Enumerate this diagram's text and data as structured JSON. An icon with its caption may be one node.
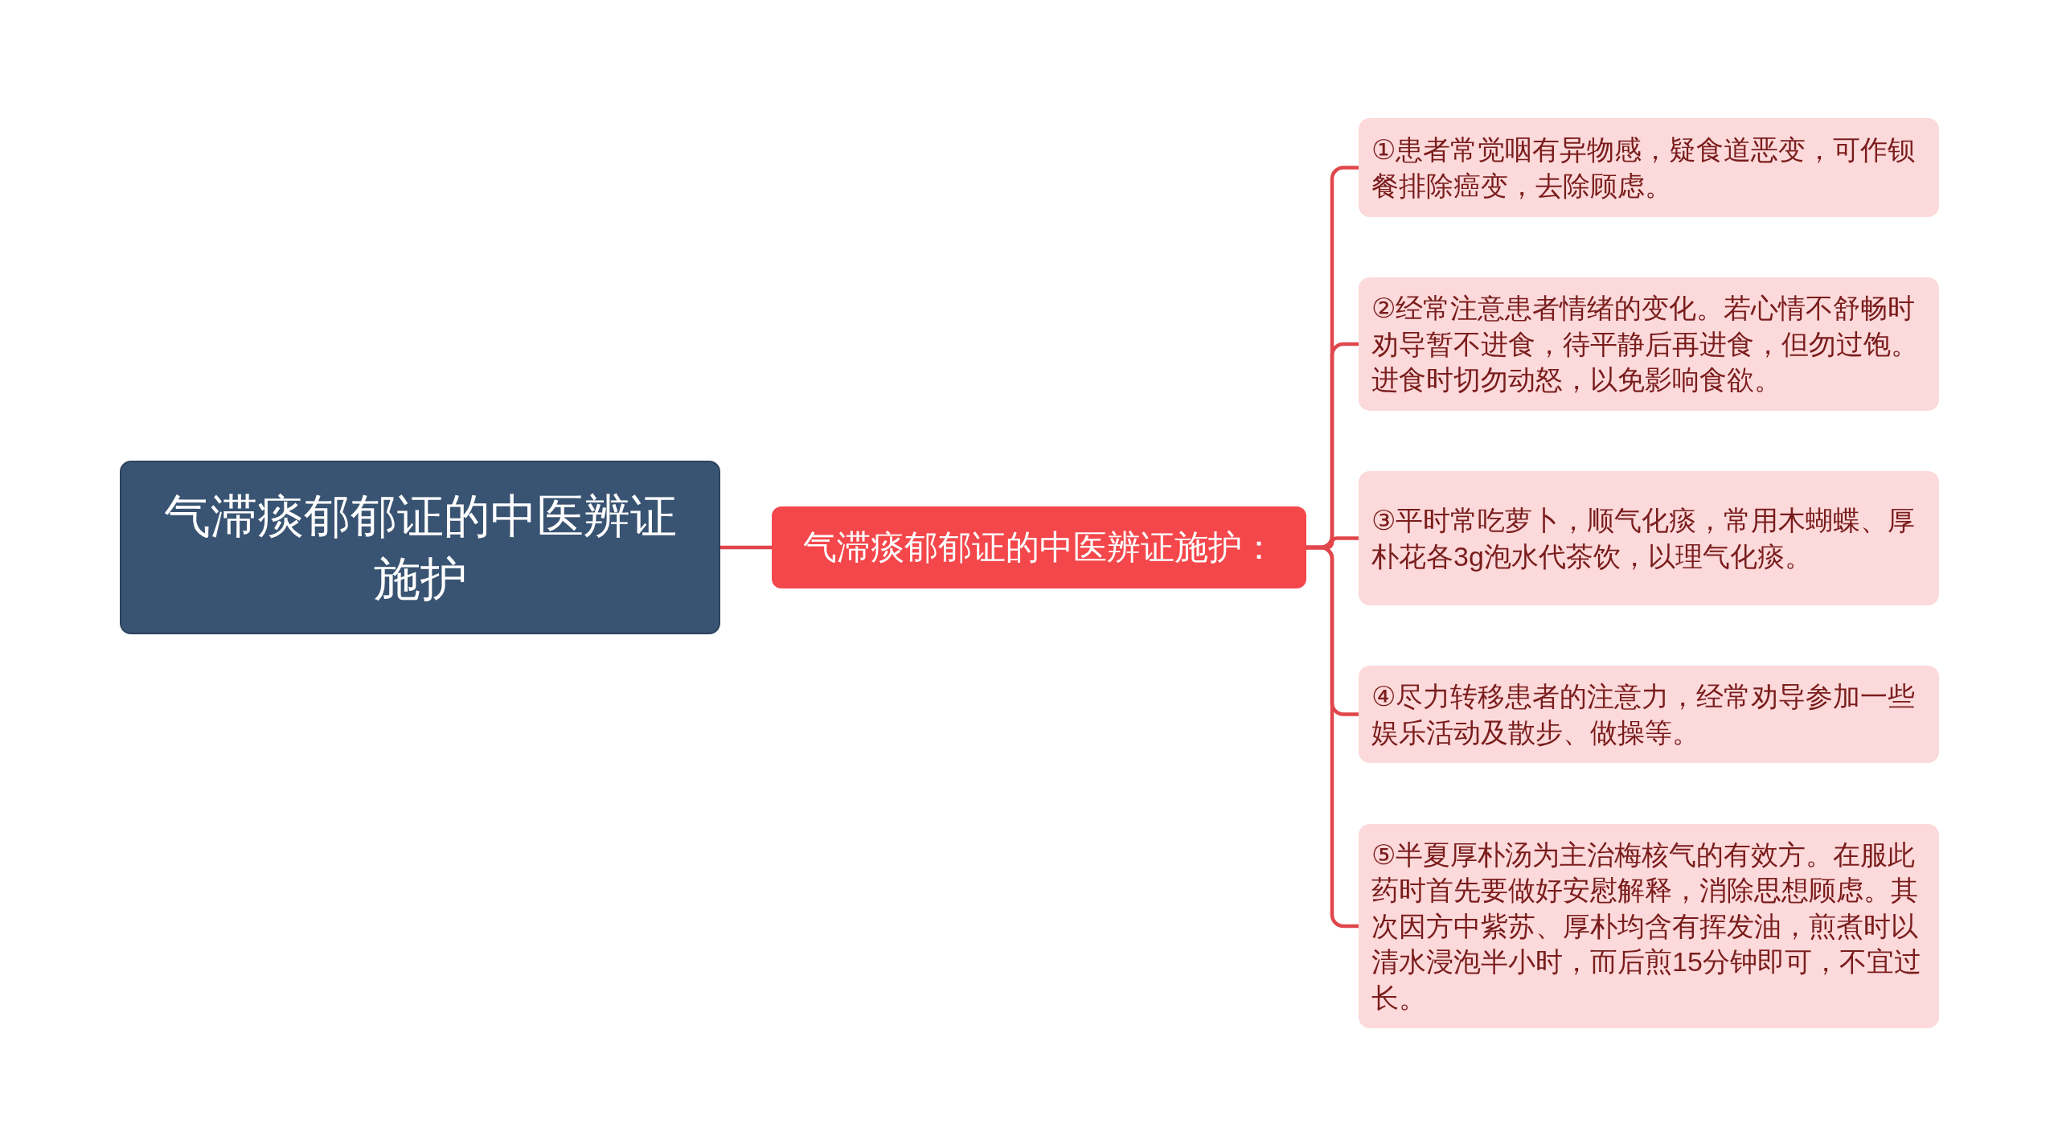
{
  "diagram": {
    "nodes": [
      {
        "text": [
          "气滞痰郁郁证的中医辨证施护"
        ]
      },
      {
        "text": [
          "气滞痰郁郁证的中医辨证施护："
        ]
      },
      {
        "text": [
          "①患者常觉咽有异物感，疑食道恶变，可作钡餐排除癌变，去除顾虑。"
        ]
      },
      {
        "text": [
          "②经常注意患者情绪的变化。若心情不舒畅时劝导暂不进食，待平静后再进食，但勿过饱。进食时切勿动怒，以免影响食欲。"
        ]
      },
      {
        "text": [
          "③平时常吃萝卜，顺气化痰，常用木蝴蝶、厚朴花各3g泡水代茶饮，以理气化痰。"
        ]
      },
      {
        "text": [
          "④尽力转移患者的注意力，经常劝导参加一些娱乐活动及散步、做操等。"
        ]
      },
      {
        "text": [
          "⑤半夏厚朴汤为主治梅核气的有效方。在服此药时首先要做好安慰解释，消除思想顾虑。其次因方中紫苏、厚朴均含有挥发油，煎煮时以清水浸泡半小时，而后煎15分钟即可，不宜过长。"
        ]
      }
    ],
    "edges": [
      {
        "from": 0,
        "to": 1,
        "arrow": "none"
      },
      {
        "from": 1,
        "to": 2,
        "arrow": "none"
      },
      {
        "from": 1,
        "to": 3,
        "arrow": "none"
      },
      {
        "from": 1,
        "to": 4,
        "arrow": "none"
      },
      {
        "from": 1,
        "to": 5,
        "arrow": "none"
      },
      {
        "from": 1,
        "to": 6,
        "arrow": "none"
      }
    ]
  }
}
